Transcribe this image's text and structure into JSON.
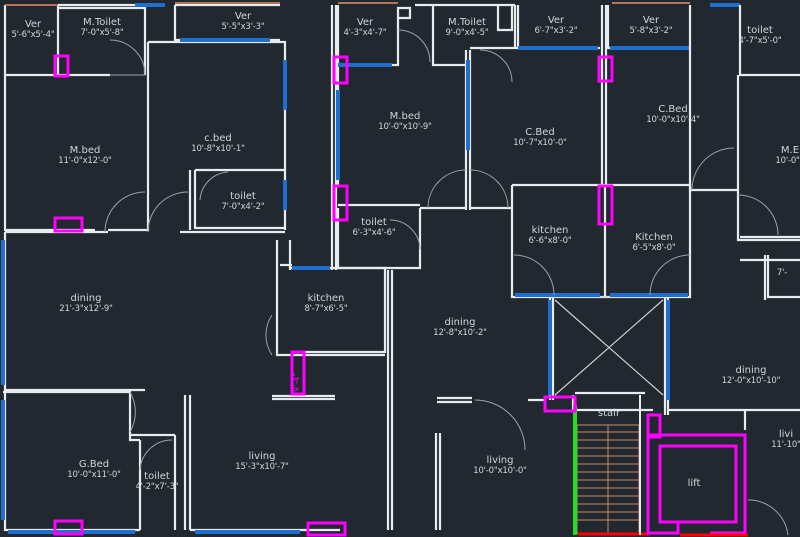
{
  "rooms": {
    "ver_1": {
      "name": "Ver",
      "dims": "5'-6\"x5'-4\""
    },
    "mtoilet_1": {
      "name": "M.Toilet",
      "dims": "7'-0\"x5'-8\""
    },
    "ver_2": {
      "name": "Ver",
      "dims": "5'-5\"x3'-3\""
    },
    "mbed_1": {
      "name": "M.bed",
      "dims": "11'-0\"x12'-0\""
    },
    "cbed_1": {
      "name": "c.bed",
      "dims": "10'-8\"x10'-1\""
    },
    "toilet_1": {
      "name": "toilet",
      "dims": "7'-0\"x4'-2\""
    },
    "dining_1": {
      "name": "dining",
      "dims": "21'-3\"x12'-9\""
    },
    "kitchen_1": {
      "name": "kitchen",
      "dims": "8'-7\"x6'-5\""
    },
    "gbed_1": {
      "name": "G.Bed",
      "dims": "10'-0\"x11'-0\""
    },
    "toilet_2": {
      "name": "toilet",
      "dims": "4'-2\"x7'-3\""
    },
    "living_1": {
      "name": "living",
      "dims": "15'-3\"x10'-7\""
    },
    "ver_3": {
      "name": "Ver",
      "dims": "4'-3\"x4'-7\""
    },
    "mtoilet_2": {
      "name": "M.Toilet",
      "dims": "9'-0\"x4'-5\""
    },
    "ver_4": {
      "name": "Ver",
      "dims": "6'-7\"x3'-2\""
    },
    "ver_5": {
      "name": "Ver",
      "dims": "5'-8\"x3'-2\""
    },
    "toilet_3": {
      "name": "toilet",
      "dims": "4'-7\"x5'-0\""
    },
    "mbed_2": {
      "name": "M.bed",
      "dims": "10'-0\"x10'-9\""
    },
    "cbed_2": {
      "name": "C.Bed",
      "dims": "10'-7\"x10'-0\""
    },
    "cbed_3": {
      "name": "C.Bed",
      "dims": "10'-0\"x10'-4\""
    },
    "mbed_3": {
      "name": "M.E",
      "dims": "10'-0\"x"
    },
    "toilet_4": {
      "name": "toilet",
      "dims": "6'-3\"x4'-6\""
    },
    "kitchen_2": {
      "name": "kitchen",
      "dims": "6'-6\"x8'-0\""
    },
    "kitchen_3": {
      "name": "Kitchen",
      "dims": "6'-5\"x8'-0\""
    },
    "dining_2": {
      "name": "dining",
      "dims": "12'-8\"x10'-2\""
    },
    "dining_3": {
      "name": "dining",
      "dims": "12'-0\"x10'-10\""
    },
    "stair": {
      "name": "stair"
    },
    "living_2": {
      "name": "living",
      "dims": "10'-0\"x10'-0\""
    },
    "living_3": {
      "name": "livi",
      "dims": "11'-10\""
    },
    "lift": {
      "name": "lift"
    },
    "partial_1": {
      "name": "7'-"
    }
  },
  "column_label": "9'-4\"",
  "colors": {
    "background": "#212830",
    "wall": "#e8ecef",
    "window": "#1f6fd1",
    "column": "#ff00ff",
    "railing": "#b4755a",
    "lift_shaft": "#ff0000",
    "stair_edge": "#22dd22"
  }
}
